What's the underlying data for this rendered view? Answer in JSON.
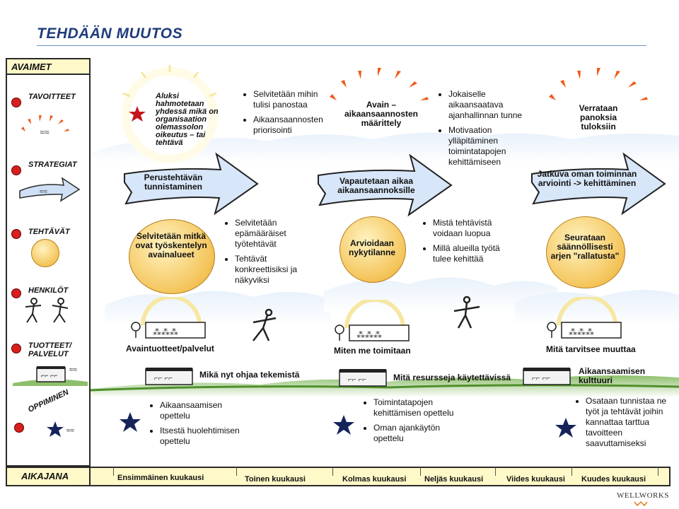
{
  "title": "TEHDÄÄN MUUTOS",
  "legend": {
    "header": "AVAIMET",
    "items": [
      {
        "label": "TAVOITTEET"
      },
      {
        "label": "STRATEGIAT"
      },
      {
        "label": "TEHTÄVÄT"
      },
      {
        "label": "HENKILÖT"
      },
      {
        "label": "TUOTTEET/\nPALVELUT"
      },
      {
        "label": "OPPIMINEN"
      }
    ]
  },
  "goals": {
    "g1": "Aluksi hahmotetaan yhdessä mikä on organisaation olemassolon oikeutus – tai tehtävä",
    "g2": "Avain – aikaansaannosten määrittely",
    "g3": "Verrataan panoksia tuloksiin"
  },
  "goal_bullets": {
    "b1": [
      "Selvitetään mihin tulisi panostaa",
      "Aikaansaannosten priorisointi"
    ],
    "b2": [
      "Jokaiselle aikaansaatava ajanhallinnan tunne",
      "Motivaation ylläpitäminen toimintatapojen kehittämiseen"
    ]
  },
  "strategies": {
    "s1": "Perustehtävän tunnistaminen",
    "s2": "Vapautetaan aikaa aikaansaannoksille",
    "s3": "Jatkuva oman toiminnan arviointi -> kehittäminen"
  },
  "tasks": {
    "t1": "Selvitetään mitkä ovat työskentelyn avainalueet",
    "t2": "Arvioidaan nykytilanne",
    "t3": "Seurataan säännöllisesti arjen \"rallatusta\""
  },
  "task_bullets": {
    "b1": [
      "Selvitetään epämääräiset työtehtävät",
      "Tehtävät konkreettisiksi ja näkyviksi"
    ],
    "b2": [
      "Mistä tehtävistä voidaan luopua",
      "Millä alueilla työtä tulee kehittää"
    ]
  },
  "people": {
    "p1": "Avaintuotteet/palvelut",
    "p2": "Miten me toimitaan",
    "p3": "Mitä tarvitsee muuttaa"
  },
  "products": {
    "r1": "Mikä nyt ohjaa tekemistä",
    "r2": "Mitä resursseja käytettävissä",
    "r3": "Aikaansaamisen kulttuuri"
  },
  "learning": {
    "l1": [
      "Aikaansaamisen opettelu",
      "Itsestä huolehtimisen opettelu"
    ],
    "l2": [
      "Toimintatapojen kehittämisen opettelu",
      "Oman ajankäytön opettelu"
    ],
    "l3": [
      "Osataan tunnistaa ne työt ja tehtävät joihin kannattaa tarttua tavoitteen saavuttamiseksi"
    ]
  },
  "timeline": {
    "label": "AIKAJANA",
    "months": [
      "Ensimmäinen kuukausi",
      "Toinen kuukausi",
      "Kolmas kuukausi",
      "Neljäs kuukausi",
      "Viides kuukausi",
      "Kuudes kuukausi"
    ]
  },
  "logo": "WELLWORKS",
  "colors": {
    "title": "#1f3c7a",
    "dot": "#d81f1f",
    "legend_bg": "#fff8c8",
    "sun": "#f4c45a",
    "ray": "#f05a1a"
  }
}
